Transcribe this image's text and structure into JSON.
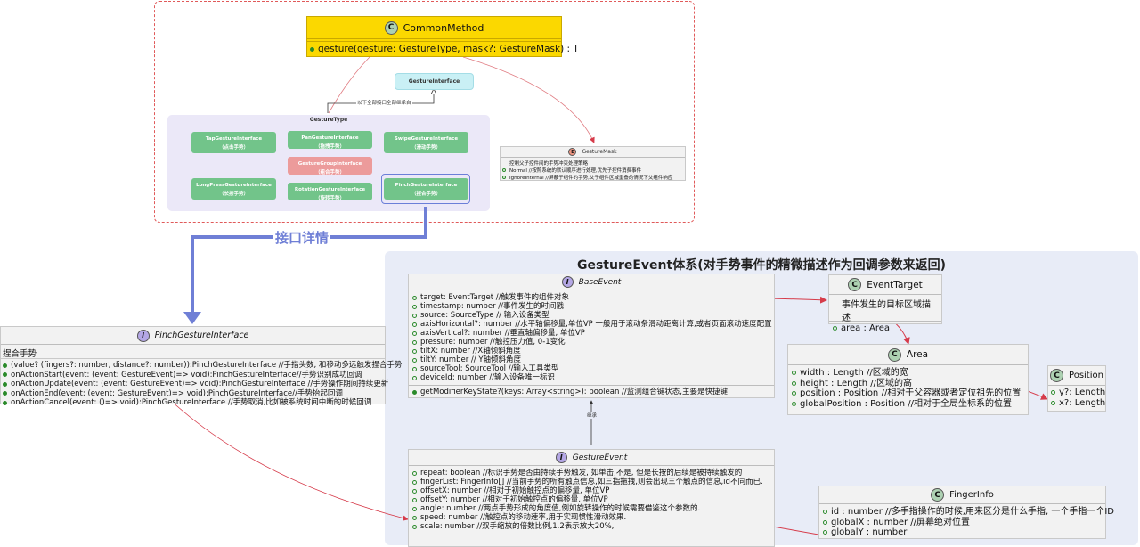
{
  "colors": {
    "common_fill": "#fbd800",
    "group_fill": "#ebe8f8",
    "gesture_box": "#72c48a",
    "group_box": "#ec9b9b",
    "highlight": "#6b7fd8",
    "relation_line": "#d63b4a",
    "panel_bg": "#e8ecf7"
  },
  "common_method": {
    "stereotype": "C",
    "name": "CommonMethod",
    "method": "gesture(gesture: GestureType, mask?: GestureMask) : T"
  },
  "gesture_interface": {
    "name": "GestureInterface",
    "inherit_label": "以下全部接口全部继承自"
  },
  "gesture_type": {
    "title": "GestureType",
    "items": [
      {
        "name": "TapGestureInterface",
        "desc": "（点击手势）"
      },
      {
        "name": "PanGestureInterface",
        "desc": "（拖拽手势）"
      },
      {
        "name": "SwipeGestureInterface",
        "desc": "（滑动手势）"
      },
      {
        "name": "GestureGroupInterface",
        "desc": "（组合手势）"
      },
      {
        "name": "LongPressGestureInterface",
        "desc": "（长按手势）"
      },
      {
        "name": "RotationGestureInterface",
        "desc": "（旋转手势）"
      },
      {
        "name": "PinchGestureInterface",
        "desc": "（捏合手势）"
      }
    ]
  },
  "gesture_mask": {
    "stereotype": "E",
    "name": "GestureMask",
    "desc": "控制父子控件间的手势冲突处理策略",
    "values": [
      "Normal //按照系统的默认顺序进行处理,优先子控件消费事件",
      "IgnoreInternal //屏蔽子组件的手势,父子组件区域重叠的情况下父组件响应"
    ]
  },
  "detail_label": "接口详情",
  "pinch_interface": {
    "stereotype": "I",
    "name": "PinchGestureInterface",
    "desc": "捏合手势",
    "methods": [
      "(value? (fingers?: number, distance?: number)):PinchGestureInterface //手指头数, 和移动多远触发捏合手势",
      "onActionStart(event: (event: GestureEvent)=> void):PinchGestureInterface//手势识别成功回调",
      "onActionUpdate(event: (event: GestureEvent)=> void):PinchGestureInterface //手势操作期间持续更新",
      "onActionEnd(event: (event: GestureEvent)=> void):PinchGestureInterface//手势抬起回调",
      "onActionCancel(event: ()=> void):PinchGestureInterface //手势取消,比如被系统时间中断的时候回调"
    ]
  },
  "gesture_event_panel": {
    "title": "GestureEvent体系(对手势事件的精微描述作为回调参数来返回)",
    "inherit_label": "继承"
  },
  "base_event": {
    "stereotype": "I",
    "name": "BaseEvent",
    "attrs": [
      "target: EventTarget //触发事件的组件对象",
      "timestamp: number //事件发生的时间戳",
      "source: SourceType // 输入设备类型",
      "axisHorizontal?: number //水平轴偏移量,单位VP 一般用于滚动条滑动距离计算,或者页面滚动速度配置",
      "axisVertical?: number //垂直轴偏移量, 单位VP",
      "pressure: number //触控压力值, 0-1变化",
      "tiltX: number //X轴倾斜角度",
      "tiltY: number // Y轴倾斜角度",
      "sourceTool: SourceTool //输入工具类型",
      "deviceId: number //输入设备唯一标识"
    ],
    "methods": [
      "getModifierKeyState?(keys: Array<string>): boolean //监测组合键状态,主要是快捷键"
    ]
  },
  "gesture_event": {
    "stereotype": "I",
    "name": "GestureEvent",
    "attrs": [
      "repeat: boolean //标识手势是否由持续手势触发, 如单击,不是, 但是长按的后续是被持续触发的",
      "fingerList: FingerInfo[] //当前手势的所有触点信息,如三指拖拽,则会出现三个触点的信息,id不同而已.",
      "offsetX: number //相对于初始触控点的偏移量, 单位VP",
      "offsetY: number //相对于初始触控点的偏移量, 单位VP",
      "angle: number //两点手势形成的角度值,例如旋转操作的时候需要借鉴这个参数的.",
      "speed: number //触控点的移动速率,用于实现惯性滑动效果.",
      "scale: number //双手缩放的倍数比例,1.2表示放大20%,"
    ]
  },
  "event_target": {
    "stereotype": "C",
    "name": "EventTarget",
    "desc": "事件发生的目标区域描述",
    "attrs": [
      "area : Area"
    ]
  },
  "area": {
    "stereotype": "C",
    "name": "Area",
    "attrs": [
      "width : Length //区域的宽",
      "height : Length //区域的高",
      "position : Position //相对于父容器或者定位祖先的位置",
      "globalPosition : Position //相对于全局坐标系的位置"
    ]
  },
  "position": {
    "stereotype": "C",
    "name": "Position",
    "attrs": [
      "y?: Length",
      "x?: Length"
    ]
  },
  "finger_info": {
    "stereotype": "C",
    "name": "FingerInfo",
    "attrs": [
      "id : number //多手指操作的时候,用来区分是什么手指, 一个手指一个ID",
      "globalX : number //屏幕绝对位置",
      "globalY : number"
    ]
  }
}
